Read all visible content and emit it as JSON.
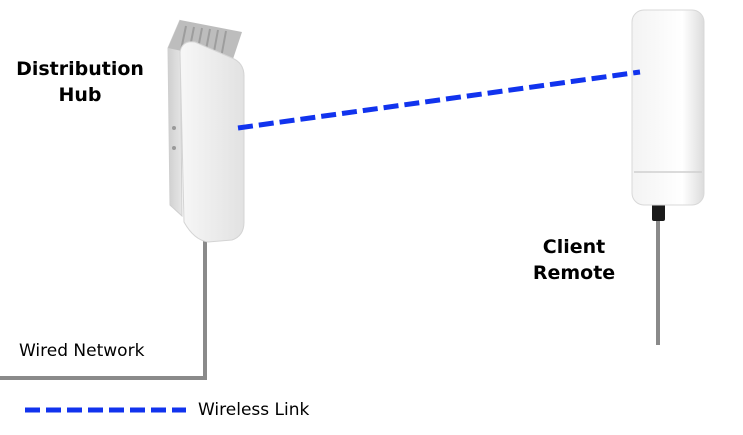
{
  "hub": {
    "label_line1": "Distribution",
    "label_line2": "Hub"
  },
  "remote": {
    "label_line1": "Client",
    "label_line2": "Remote"
  },
  "wired": {
    "label": "Wired Network"
  },
  "legend": {
    "label": "Wireless Link"
  },
  "colors": {
    "wireless_link": "#1133ee",
    "cable": "#8a8a8a",
    "device_body": "#eeeeee"
  }
}
